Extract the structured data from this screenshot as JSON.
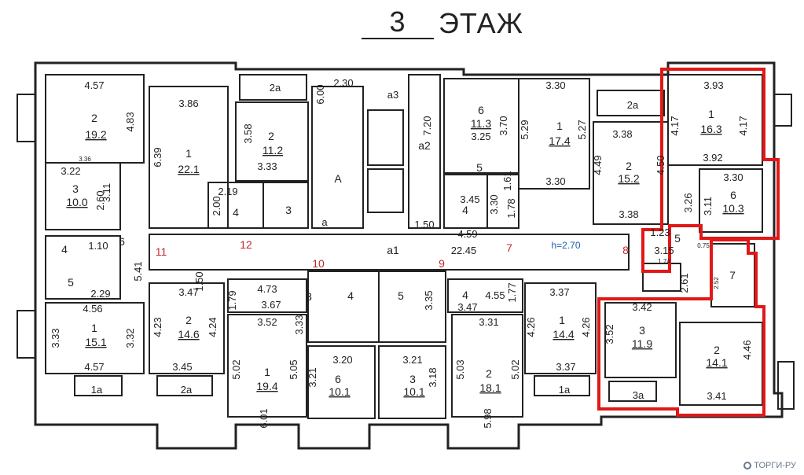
{
  "header": {
    "floor_number": "3",
    "floor_word": "ЭТАЖ"
  },
  "ceiling_height": "h=2.70",
  "watermark": "ТОРГИ-РУ",
  "colors": {
    "walls": "#222222",
    "highlight": "#e01818",
    "axis_labels": "#c0282d",
    "height_label": "#1f5fa8"
  },
  "axis_labels": [
    "11",
    "12",
    "10",
    "9",
    "7",
    "8"
  ],
  "rooms": [
    {
      "id": "r1",
      "number": "2",
      "area": "19.2",
      "dims": [
        "4.57",
        "4.83",
        "3.36"
      ]
    },
    {
      "id": "r2",
      "number": "1",
      "area": "22.1",
      "dims": [
        "3.86",
        "6.39"
      ]
    },
    {
      "id": "r3",
      "number": "2",
      "area": "11.2",
      "dims": [
        "3.58",
        "3.33"
      ]
    },
    {
      "id": "r4",
      "number": "3",
      "area": "10.0",
      "dims": [
        "3.22",
        "3.11",
        "2.60"
      ]
    },
    {
      "id": "r5",
      "number": "4",
      "area": "",
      "dims": [
        "2.19",
        "2.00"
      ]
    },
    {
      "id": "r6",
      "number": "3",
      "area": "",
      "dims": []
    },
    {
      "id": "r7",
      "number": "6",
      "area": "11.3",
      "dims": [
        "3.70",
        "3.25"
      ]
    },
    {
      "id": "r8",
      "number": "1",
      "area": "17.4",
      "dims": [
        "3.30",
        "5.29",
        "5.27",
        "3.30"
      ]
    },
    {
      "id": "r9",
      "number": "5",
      "area": "",
      "dims": [
        "1.61"
      ]
    },
    {
      "id": "r10",
      "number": "4",
      "area": "",
      "dims": [
        "3.30"
      ]
    },
    {
      "id": "r11",
      "number": "2",
      "area": "15.2",
      "dims": [
        "3.38",
        "4.49",
        "4.50",
        "3.38"
      ]
    },
    {
      "id": "r12",
      "number": "1",
      "area": "16.3",
      "dims": [
        "3.93",
        "4.17",
        "4.17",
        "3.92"
      ]
    },
    {
      "id": "r13",
      "number": "6",
      "area": "10.3",
      "dims": [
        "3.30",
        "3.26",
        "3.11"
      ]
    },
    {
      "id": "r14",
      "number": "5",
      "area": "",
      "dims": [
        "3.15",
        "2.61"
      ]
    },
    {
      "id": "r15",
      "number": "7",
      "area": "",
      "dims": [
        "2.52"
      ]
    },
    {
      "id": "r16",
      "number": "3",
      "area": "11.9",
      "dims": [
        "3.42",
        "3.52"
      ]
    },
    {
      "id": "r17",
      "number": "2",
      "area": "14.1",
      "dims": [
        "4.46",
        "3.41"
      ]
    },
    {
      "id": "r18",
      "number": "1",
      "area": "15.1",
      "dims": [
        "4.56",
        "3.33",
        "3.32",
        "4.57"
      ]
    },
    {
      "id": "r19",
      "number": "2",
      "area": "14.6",
      "dims": [
        "3.47",
        "4.23",
        "4.24",
        "3.45"
      ]
    },
    {
      "id": "r20",
      "number": "1",
      "area": "19.4",
      "dims": [
        "3.52",
        "5.02",
        "5.05",
        "6.01"
      ]
    },
    {
      "id": "r21",
      "number": "3",
      "area": "",
      "dims": [
        "4.73",
        "3.67"
      ]
    },
    {
      "id": "r22",
      "number": "6",
      "area": "10.1",
      "dims": [
        "3.20",
        "3.21"
      ]
    },
    {
      "id": "r23",
      "number": "3",
      "area": "10.1",
      "dims": [
        "3.21",
        "3.18"
      ]
    },
    {
      "id": "r24",
      "number": "2",
      "area": "18.1",
      "dims": [
        "3.31",
        "5.03",
        "5.02",
        "5.98"
      ]
    },
    {
      "id": "r25",
      "number": "1",
      "area": "14.4",
      "dims": [
        "3.37",
        "4.26",
        "4.26",
        "3.37"
      ]
    },
    {
      "id": "r26",
      "number": "4",
      "area": "",
      "dims": [
        "4.55"
      ]
    }
  ],
  "loose_labels": [
    "2a",
    "2a",
    "1a",
    "2a",
    "1a",
    "3a",
    "a",
    "a1",
    "a2",
    "a3",
    "A",
    "6",
    "5",
    "4",
    "5",
    "3",
    "4",
    "5",
    "6",
    "1.50",
    "22.45",
    "2.30",
    "6.00",
    "7.20",
    "1.50",
    "3.45",
    "1.78",
    "4.59",
    "3.35",
    "3.47",
    "1.77",
    "1.79",
    "3.33",
    "1.10",
    "5.41",
    "2.29",
    "1.23",
    "1.74",
    "0.75"
  ]
}
